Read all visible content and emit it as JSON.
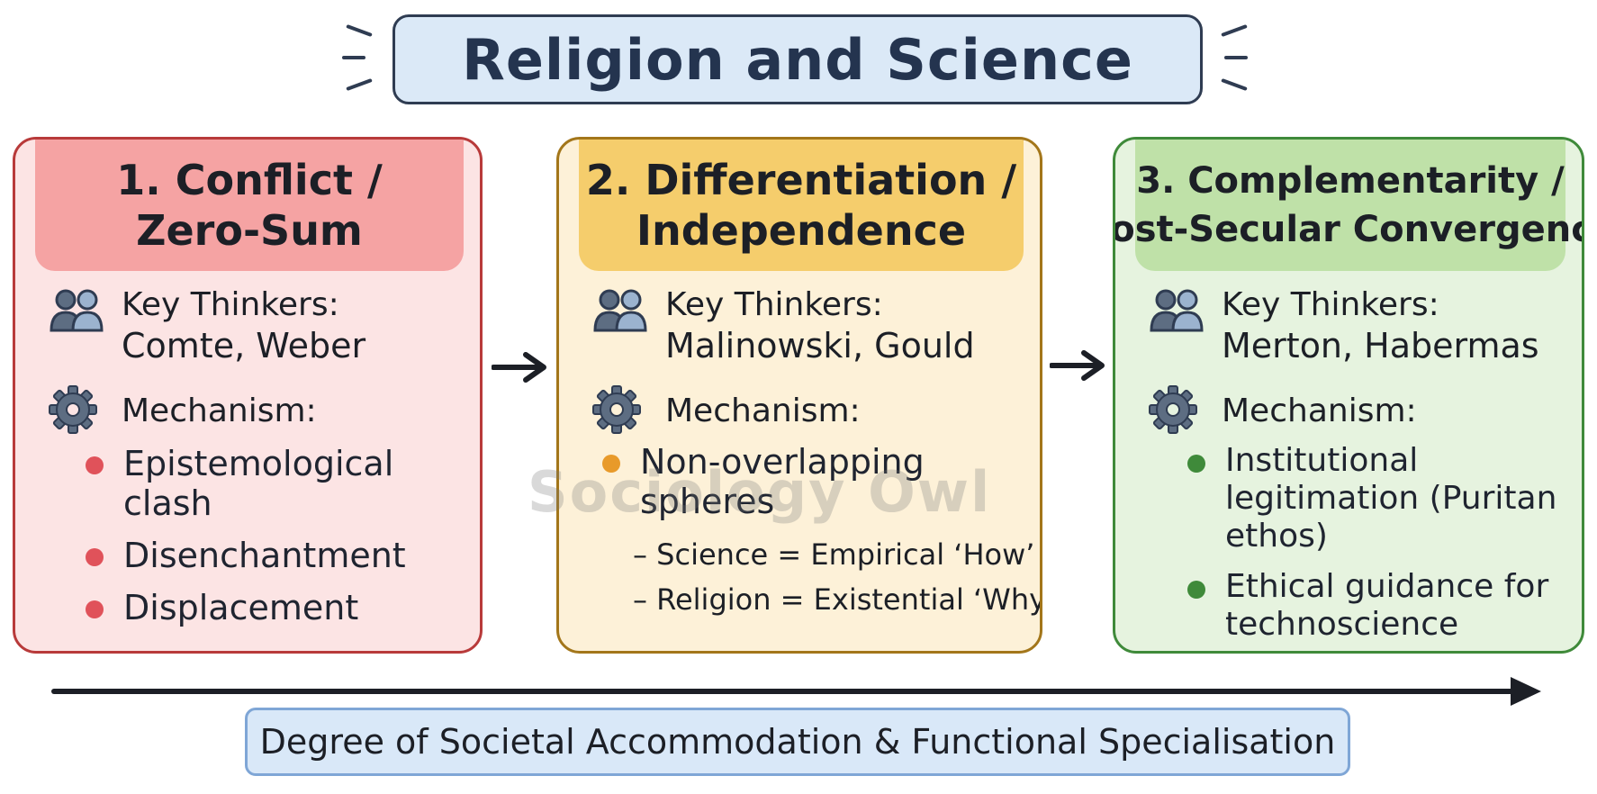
{
  "title": "Religion and Science",
  "watermark": "Sociology Owl",
  "colors": {
    "red_card": "#fce4e4",
    "red_header": "#f5a3a3",
    "yellow_card": "#fdf1d8",
    "yellow_header": "#f5cd6c",
    "green_card": "#e6f3df",
    "green_header": "#bfe1a8",
    "title_box": "#dbe9f7",
    "axis_box": "#d9e8f8"
  },
  "cards": [
    {
      "header_line1": "1.  Conflict /",
      "header_line2": "Zero-Sum",
      "thinkers_label": "Key Thinkers:",
      "thinkers": "Comte, Weber",
      "mechanism_label": "Mechanism:",
      "bullets": [
        "Epistemological clash",
        "Disenchantment",
        "Displacement"
      ]
    },
    {
      "header_line1": "2. Differentiation /",
      "header_line2": "Independence",
      "thinkers_label": "Key Thinkers:",
      "thinkers": "Malinowski, Gould",
      "mechanism_label": "Mechanism:",
      "bullets": [
        "Non-overlapping spheres"
      ],
      "sub_points": [
        "– Science = Empirical ‘How’",
        "– Religion = Existential ‘Why’"
      ]
    },
    {
      "header_line1": "3. Complementarity /",
      "header_line2": "Post-Secular Convergence",
      "thinkers_label": "Key Thinkers:",
      "thinkers": "Merton, Habermas",
      "mechanism_label": "Mechanism:",
      "bullets": [
        "Institutional legitimation (Puritan ethos)",
        "Ethical guidance for technoscience"
      ]
    }
  ],
  "icons": {
    "thinkers": "people-icon",
    "mechanism": "gear-icon",
    "connector": "arrow-right-icon"
  },
  "axis_caption": "Degree of Societal Accommodation & Functional Specialisation"
}
